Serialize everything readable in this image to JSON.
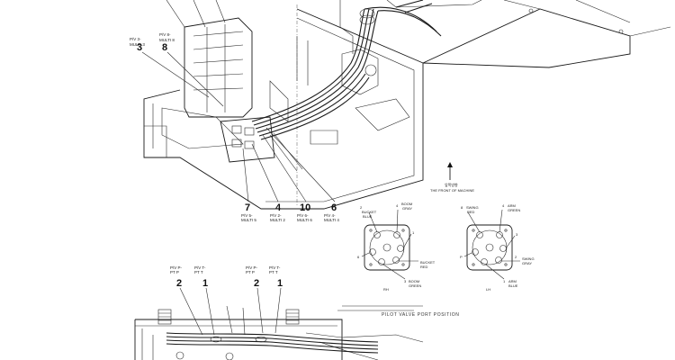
{
  "callouts_top": [
    {
      "num": "3",
      "code": "P/V 3-",
      "sub": "MULTI 3"
    },
    {
      "num": "8",
      "code": "P/V 8-",
      "sub": "MULTI 8"
    }
  ],
  "callouts_bottom": [
    {
      "num": "7",
      "code": "P/V 5-",
      "sub": "MULTI 5"
    },
    {
      "num": "4",
      "code": "P/V 2-",
      "sub": "MULTI 2"
    },
    {
      "num": "10",
      "code": "P/V 6-",
      "sub": "MULTI 6"
    },
    {
      "num": "6",
      "code": "P/V 4-",
      "sub": "MULTI 4"
    }
  ],
  "front_arrow": {
    "korean": "앞쪽방향",
    "label": "THE FRONT OF MACHINE"
  },
  "left_port": {
    "ports": [
      {
        "num": "2",
        "name": "BUCKET",
        "color": "BLUE"
      },
      {
        "num": "4",
        "name": "BOOM",
        "color": "GRAY"
      },
      {
        "num": "1",
        "name": "",
        "color": ""
      },
      {
        "num": "6",
        "name": "",
        "color": ""
      },
      {
        "num": "",
        "name": "BUCKET",
        "color": "RED"
      },
      {
        "num": "3",
        "name": "BOOM",
        "color": "GREEN"
      }
    ],
    "tag": "RH"
  },
  "right_port": {
    "ports": [
      {
        "num": "8",
        "name": "SWING",
        "color": "RED"
      },
      {
        "num": "4",
        "name": "ARM",
        "color": "GREEN"
      },
      {
        "num": "3",
        "name": "",
        "color": ""
      },
      {
        "num": "P",
        "name": "",
        "color": ""
      },
      {
        "num": "2",
        "name": "SWING",
        "color": "GRAY"
      },
      {
        "num": "1",
        "name": "ARM",
        "color": "BLUE"
      }
    ],
    "tag": "LH"
  },
  "caption": "PILOT VALVE PORT POSITION",
  "lower_callouts": [
    {
      "num": "2",
      "code": "P/V P-",
      "sub": "PT P"
    },
    {
      "num": "1",
      "code": "P/V T-",
      "sub": "PT T"
    },
    {
      "num": "2",
      "code": "P/V P-",
      "sub": "PT P"
    },
    {
      "num": "1",
      "code": "P/V T-",
      "sub": "PT T"
    }
  ]
}
